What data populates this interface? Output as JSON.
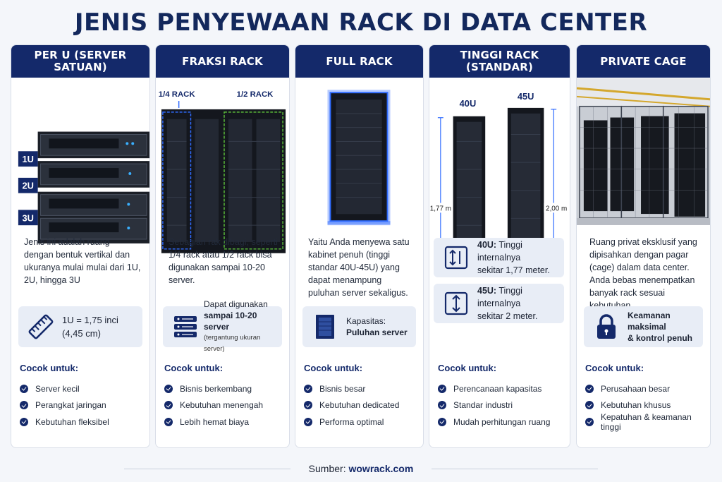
{
  "title": "JENIS PENYEWAAN RACK DI DATA CENTER",
  "colors": {
    "navy": "#14296a",
    "accent_blue": "#2f6bff",
    "accent_green": "#5cbf3a",
    "info_bg": "#e8edf6"
  },
  "cards": [
    {
      "header": "PER U (SERVER SATUAN)",
      "labels": [
        "1U",
        "2U",
        "3U"
      ],
      "description": "Jenis ini adalah ruang dengan bentuk vertikal dan ukuranya mulai mulai dari 1U, 2U, hingga 3U",
      "info": {
        "icon": "ruler-icon",
        "line1": "1U = 1,75 inci",
        "line2": "(4,45 cm)"
      },
      "cocok_label": "Cocok untuk:",
      "bullets": [
        "Server kecil",
        "Perangkat jaringan",
        "Kebutuhan fleksibel"
      ]
    },
    {
      "header": "FRAKSI RACK",
      "labels": [
        "1/4 RACK",
        "1/2 RACK"
      ],
      "description": "Sebagian rak dibagi, seperti 1/4 rack atau 1/2 rack bisa digunakan sampai 10-20 server.",
      "info": {
        "icon": "server-stack-icon",
        "line1": "Dapat digunakan",
        "line2": "sampai 10-20 server",
        "line3": "(tergantung ukuran server)"
      },
      "cocok_label": "Cocok untuk:",
      "bullets": [
        "Bisnis berkembang",
        "Kebutuhan menengah",
        "Lebih hemat biaya"
      ]
    },
    {
      "header": "FULL RACK",
      "description": "Yaitu Anda menyewa satu kabinet penuh (tinggi standar 40U-45U) yang dapat menampung puluhan server sekaligus.",
      "info": {
        "icon": "cabinet-icon",
        "line1": "Kapasitas:",
        "line2": "Puluhan server"
      },
      "cocok_label": "Cocok untuk:",
      "bullets": [
        "Bisnis besar",
        "Kebutuhan dedicated",
        "Performa optimal"
      ]
    },
    {
      "header_line1": "TINGGI RACK",
      "header_line2": "(STANDAR)",
      "labels": [
        "40U",
        "45U"
      ],
      "measures": [
        "1,77 m",
        "2,00 m"
      ],
      "info1": {
        "icon": "height-arrows-icon",
        "bold": "40U:",
        "text1": " Tinggi internalnya",
        "text2": "sekitar 1,77 meter."
      },
      "info2": {
        "icon": "vertical-arrow-icon",
        "bold": "45U:",
        "text1": " Tinggi internalnya",
        "text2": "sekitar 2 meter."
      },
      "cocok_label": "Cocok untuk:",
      "bullets": [
        "Perencanaan kapasitas",
        "Standar industri",
        "Mudah perhitungan ruang"
      ]
    },
    {
      "header": "PRIVATE CAGE",
      "description": "Ruang privat eksklusif yang dipisahkan dengan pagar (cage) dalam data center. Anda bebas menempatkan banyak rack sesuai kebutuhan.",
      "info": {
        "icon": "lock-icon",
        "line1": "Keamanan maksimal",
        "line2": "& kontrol penuh"
      },
      "cocok_label": "Cocok untuk:",
      "bullets": [
        "Perusahaan besar",
        "Kebutuhan khusus",
        "Kepatuhan & keamanan tinggi"
      ]
    }
  ],
  "footer": {
    "label": "Sumber:",
    "source": "wowrack.com"
  }
}
